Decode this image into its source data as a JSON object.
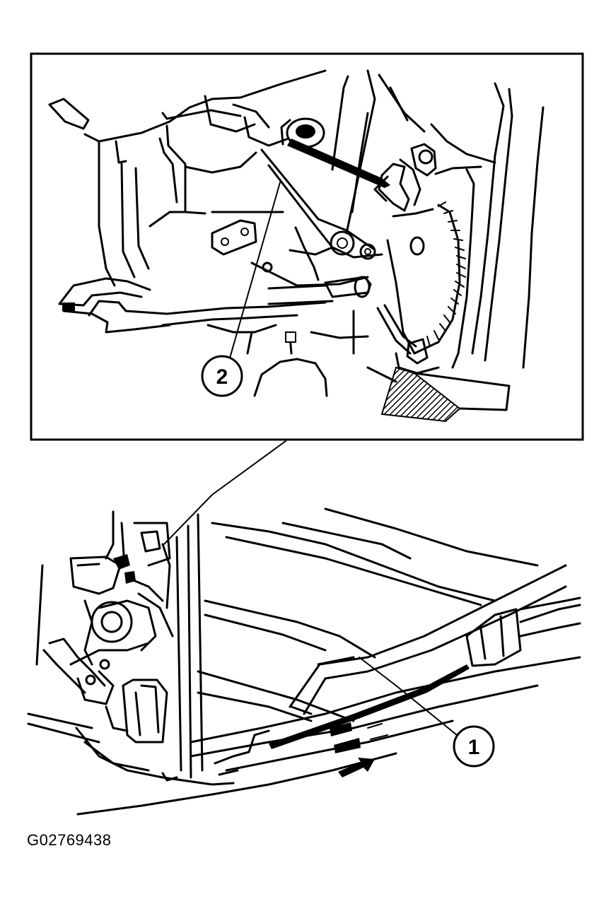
{
  "figure_id": "G02769438",
  "callouts": [
    {
      "label": "1"
    },
    {
      "label": "2"
    }
  ]
}
